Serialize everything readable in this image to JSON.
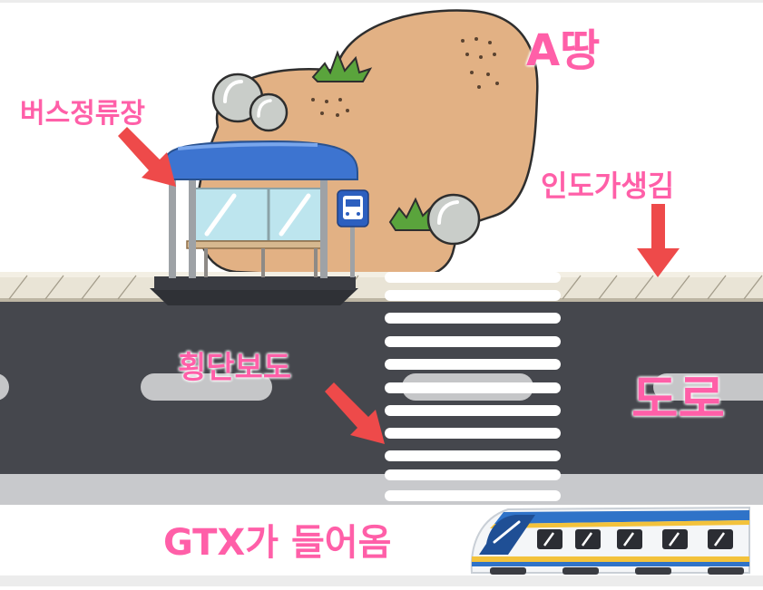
{
  "labels": {
    "land": "A땅",
    "bus_stop": "버스정류장",
    "sidewalk": "인도가생김",
    "crosswalk": "횡단보도",
    "road": "도로",
    "gtx": "GTX가 들어옴"
  },
  "colors": {
    "label": "#ff5fa8",
    "arrow": "#ee4a4a",
    "land": "#e2b184",
    "road": "#45474d",
    "shelter_roof": "#3d74d0",
    "train_stripe": "#2f73c8",
    "train_accent": "#f3c23b"
  },
  "icons": {
    "bus_sign": "bus-icon"
  }
}
